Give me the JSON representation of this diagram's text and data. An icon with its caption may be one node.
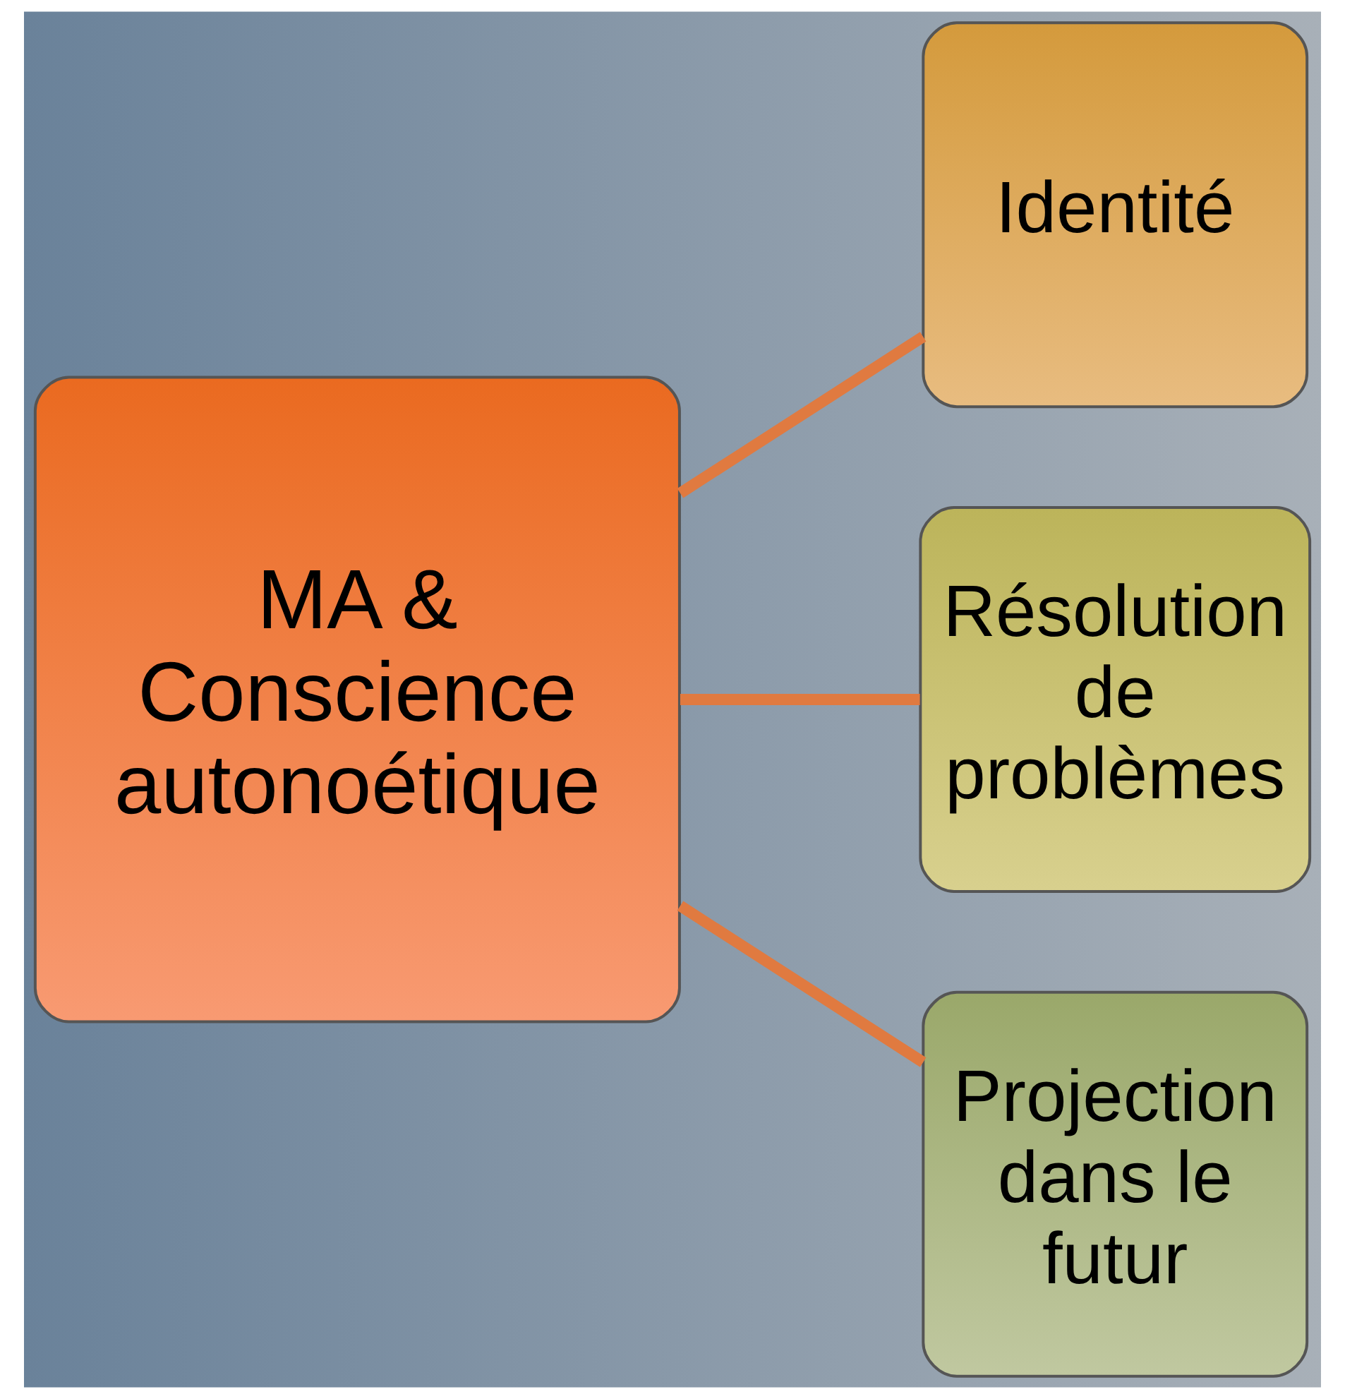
{
  "diagram": {
    "nodes": [
      {
        "text": [
          "MA & Conscience autonoétique"
        ]
      },
      {
        "text": [
          "Identité"
        ]
      },
      {
        "text": [
          "Résolution de problèmes"
        ]
      },
      {
        "text": [
          "Projection dans le futur"
        ]
      }
    ],
    "edges": [
      {
        "from": 0,
        "to": 1,
        "arrow": "none"
      },
      {
        "from": 0,
        "to": 2,
        "arrow": "none"
      },
      {
        "from": 0,
        "to": 3,
        "arrow": "none"
      }
    ]
  }
}
